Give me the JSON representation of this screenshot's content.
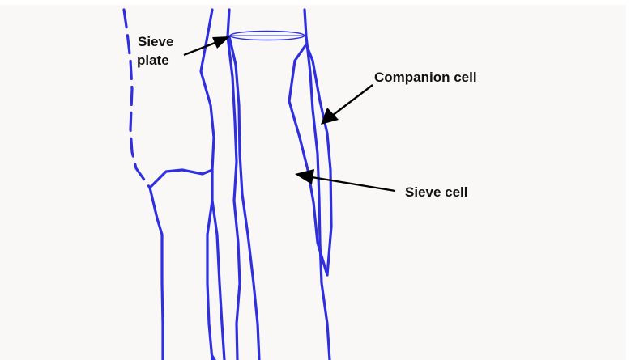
{
  "diagram": {
    "labels": {
      "sieve_plate_line1": "Sieve",
      "sieve_plate_line2": "plate",
      "companion_cell": "Companion cell",
      "sieve_cell": "Sieve cell"
    },
    "colors": {
      "cell_wall": "#2f2fe0",
      "arrow": "#000000",
      "background": "#f9f8f6"
    }
  }
}
